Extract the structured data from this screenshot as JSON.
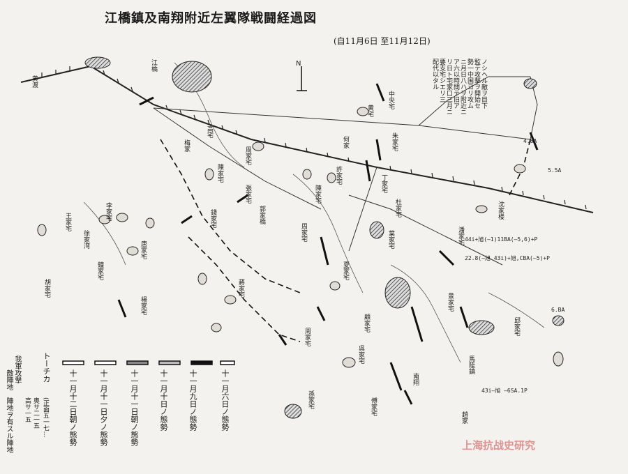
{
  "title": "江橋鎮及南翔附近左翼隊戦闘経過図",
  "subtitle": "(自11月6日 至11月12日)",
  "north_label": "N",
  "place_labels": {
    "chen_jia_zhai": "陳家宅",
    "he_jia": "何家",
    "jing_jia_zhai": "景家宅",
    "zhong_yang": "中央宅",
    "huang_zhai": "黄宅",
    "gao_zhai": "高宅",
    "mei_jia": "梅家",
    "zhou_jia": "周家宅",
    "zhu_jia_zhai": "朱家宅",
    "xu_jia_zhai": "許家宅",
    "ding_jia_zhai": "丁家宅",
    "zhang_jia_zhai": "張家宅",
    "chen_jia_lv": "陳家宅",
    "tu_jia_zhai": "杜家宅",
    "guo_jia_qiao": "郭家橋",
    "zhou_jia_hou": "周家宅",
    "shen_jia_lou": "沈家楼",
    "li_jia_zhai": "李家宅",
    "xu_jia_wan": "徐家湾",
    "jiang_qiao": "江橋",
    "nan_xiang": "南翔",
    "huang_du": "黄渡",
    "ma_lu_zhen": "馬陸鎮",
    "tang_jia": "唐家宅",
    "zhong_jia": "鐘家宅",
    "hu_jia": "胡家宅",
    "qian_jia": "錢家宅",
    "ye_jia": "葉家宅",
    "pan_jia": "潘家宅",
    "xia_jia": "夏家宅",
    "jiang_jia": "蔣家宅",
    "yang_jia": "楊家宅",
    "gu_jia": "顧家宅",
    "qiu_jia": "邱家宅",
    "zhou_jia_nan": "周家宅",
    "wu_jia": "呉家宅",
    "sun_jia": "孫家宅",
    "fu_jia": "傅家宅",
    "zhao_jia": "趙家",
    "wang_jia": "王家宅"
  },
  "notes": {
    "column_1": "ノシヘル敵ヲ目下",
    "column_2": "監テ攻撃ヲ開始セ",
    "column_3": "勢一中国ヨリ攻ム",
    "column_4": "ニ月日八ハヲ附近ニ",
    "column_5": "ア六以時間テ旧ア",
    "column_6": "リ日ト宅家口三月ニ",
    "column_7": "要支宅シエリ三",
    "column_8": "配代以タル"
  },
  "unit_labels": {
    "u1": "4.8A",
    "u2": "5.5A",
    "u3": "44i+旭(—1)11BA(—5,6)+P",
    "u4": "22.8(—旭 43i)+旭,CBA(—5)+P",
    "u5": "6.BA",
    "u6": "43i—旭 —6SA.1P"
  },
  "legend": {
    "items": [
      "十一月六日ノ態勢",
      "十一月九日ノ態勢",
      "十一月十日ノ態勢",
      "十一月十一日朝ノ態勢",
      "十一月十一日夕ノ態勢",
      "十一月十二日朝ノ態勢"
    ],
    "tochka": "トーチカ",
    "tochka_range": "(正面五一七…",
    "tochka_depth": "奥サ二一五",
    "tochka_height": "高サ一五",
    "enemy_1": "敵陣地",
    "enemy_2": "陣地ヲ有スル陣地",
    "enemy_3": "我軍攻撃"
  },
  "watermark": "上海抗战史研究"
}
